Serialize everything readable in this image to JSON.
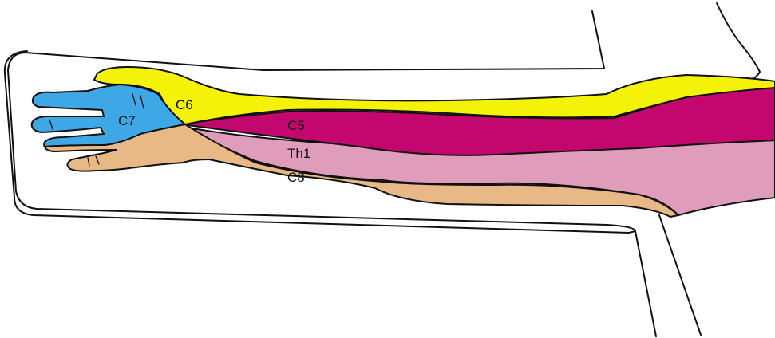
{
  "dermatomes": [
    {
      "id": "C6",
      "label": "C6",
      "color": "#f5f20a"
    },
    {
      "id": "C7",
      "label": "C7",
      "color": "#3ea7e6"
    },
    {
      "id": "C5",
      "label": "C5",
      "color": "#c4066f"
    },
    {
      "id": "Th1",
      "label": "Th1",
      "color": "#e09dbb"
    },
    {
      "id": "C8",
      "label": "C8",
      "color": "#e8b987"
    }
  ]
}
